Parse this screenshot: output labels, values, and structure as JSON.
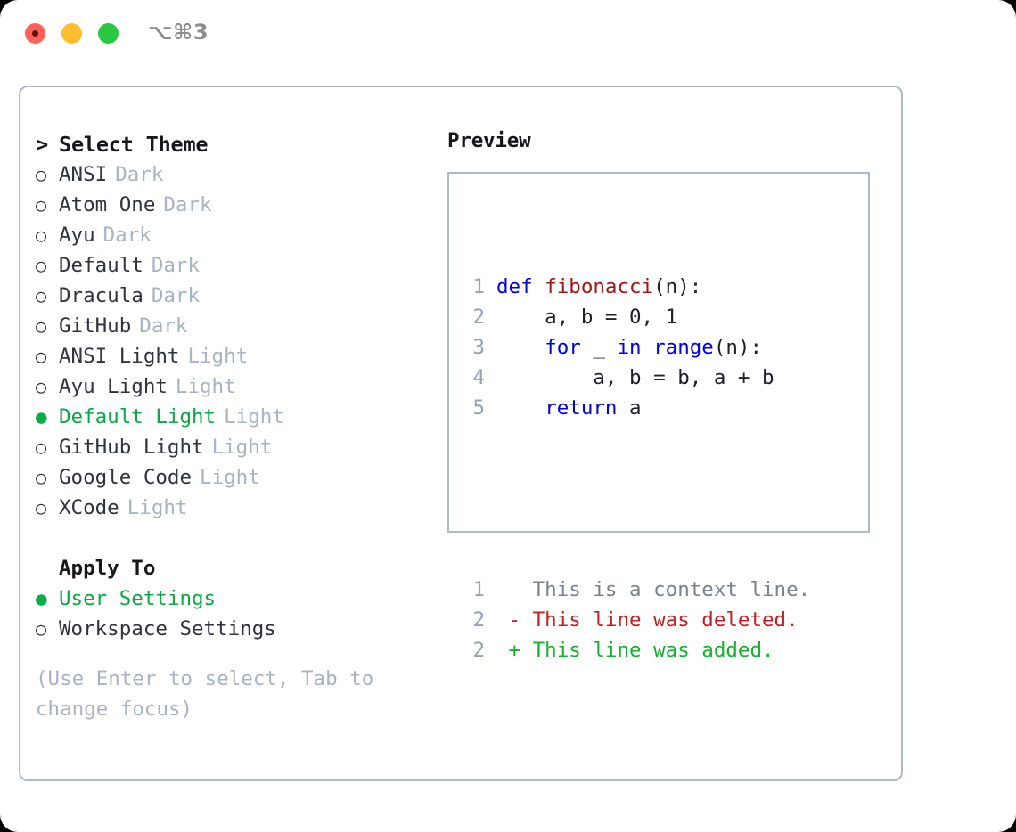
{
  "window": {
    "traffic_lights": [
      "close-recording",
      "minimize",
      "maximize"
    ],
    "shortcut": "⌥⌘3"
  },
  "theme_selector": {
    "heading_caret": ">",
    "heading": "Select Theme",
    "marker_selected": "●",
    "marker_unselected": "○",
    "items": [
      {
        "name": "ANSI",
        "tag": "Dark",
        "selected": false
      },
      {
        "name": "Atom One",
        "tag": "Dark",
        "selected": false
      },
      {
        "name": "Ayu",
        "tag": "Dark",
        "selected": false
      },
      {
        "name": "Default",
        "tag": "Dark",
        "selected": false
      },
      {
        "name": "Dracula",
        "tag": "Dark",
        "selected": false
      },
      {
        "name": "GitHub",
        "tag": "Dark",
        "selected": false
      },
      {
        "name": "ANSI Light",
        "tag": "Light",
        "selected": false
      },
      {
        "name": "Ayu Light",
        "tag": "Light",
        "selected": false
      },
      {
        "name": "Default Light",
        "tag": "Light",
        "selected": true
      },
      {
        "name": "GitHub Light",
        "tag": "Light",
        "selected": false
      },
      {
        "name": "Google Code",
        "tag": "Light",
        "selected": false
      },
      {
        "name": "XCode",
        "tag": "Light",
        "selected": false
      }
    ]
  },
  "apply_to": {
    "label": "Apply To",
    "options": [
      {
        "name": "User Settings",
        "selected": true
      },
      {
        "name": "Workspace Settings",
        "selected": false
      }
    ]
  },
  "hint": "(Use Enter to select, Tab to change focus)",
  "preview": {
    "title": "Preview",
    "code_lines": [
      {
        "num": "1",
        "spans": [
          {
            "t": "def ",
            "c": "kw"
          },
          {
            "t": "fibonacci",
            "c": "fn"
          },
          {
            "t": "(n):",
            "c": "pl"
          }
        ]
      },
      {
        "num": "2",
        "spans": [
          {
            "t": "    a, b = 0, 1",
            "c": "pl"
          }
        ]
      },
      {
        "num": "3",
        "spans": [
          {
            "t": "    ",
            "c": "pl"
          },
          {
            "t": "for",
            "c": "kw"
          },
          {
            "t": " _ ",
            "c": "pl"
          },
          {
            "t": "in",
            "c": "kw"
          },
          {
            "t": " ",
            "c": "pl"
          },
          {
            "t": "range",
            "c": "kw"
          },
          {
            "t": "(n):",
            "c": "pl"
          }
        ]
      },
      {
        "num": "4",
        "spans": [
          {
            "t": "        a, b = b, a + b",
            "c": "pl"
          }
        ]
      },
      {
        "num": "5",
        "spans": [
          {
            "t": "    ",
            "c": "pl"
          },
          {
            "t": "return",
            "c": "kw"
          },
          {
            "t": " a",
            "c": "pl"
          }
        ]
      }
    ],
    "diff_lines": [
      {
        "num": "1",
        "spans": [
          {
            "t": "   This is a context line.",
            "c": "ctx"
          }
        ]
      },
      {
        "num": "2",
        "spans": [
          {
            "t": " - This line was deleted.",
            "c": "del"
          }
        ]
      },
      {
        "num": "2",
        "spans": [
          {
            "t": " + This line was added.",
            "c": "add"
          }
        ]
      }
    ]
  },
  "colors": {
    "accent_green": "#0aa844",
    "border": "#b0b9c6",
    "muted": "#a9b3c2",
    "line_number": "#97a1b2",
    "keyword": "#0000e8",
    "function": "#a41414",
    "diff_added": "#11b32c",
    "diff_deleted": "#c71f1f",
    "traffic_red": "#ff6057",
    "traffic_amber": "#ffbd2e",
    "traffic_green": "#28c840"
  }
}
